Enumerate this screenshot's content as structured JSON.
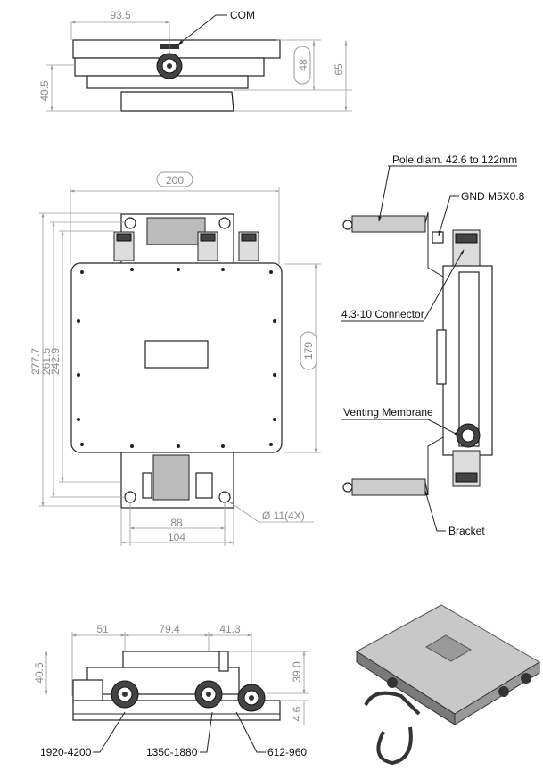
{
  "top_view": {
    "dim_width_half": "93.5",
    "dim_height_body": "48",
    "dim_height_total": "65",
    "dim_height_left": "40.5",
    "callout_com": "COM"
  },
  "front_view": {
    "dim_plate_width": "200",
    "dim_height_277": "277.7",
    "dim_height_261": "261.5",
    "dim_height_242": "242.9",
    "dim_body_height": "179",
    "dim_hole_spacing": "88",
    "dim_bracket_width": "104",
    "dim_hole_diameter": "Ø 11(4X)"
  },
  "side_view": {
    "callout_pole": "Pole diam. 42.6 to 122mm",
    "callout_gnd": "GND M5X0.8",
    "callout_connector": "4.3-10 Connector",
    "callout_venting": "Venting Membrane",
    "callout_bracket": "Bracket"
  },
  "bottom_view": {
    "dim_51": "51",
    "dim_79": "79.4",
    "dim_41": "41.3",
    "dim_height_left": "40.5",
    "dim_height_right": "39.0",
    "dim_base": "4.6",
    "port_1": "1920-4200",
    "port_2": "1350-1880",
    "port_3": "612-960"
  }
}
